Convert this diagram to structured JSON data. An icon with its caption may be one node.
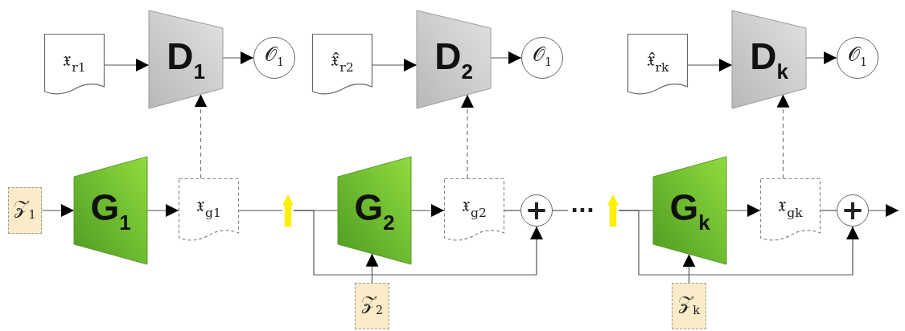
{
  "diagram": {
    "nodes": [
      {
        "text": [
          "𝔵$_{r1}$"
        ]
      },
      {
        "text": [
          "D$_{1}$"
        ]
      },
      {
        "text": [
          "𝒪$_{1}$"
        ]
      },
      {
        "text": [
          "𝒵$_{1}$"
        ]
      },
      {
        "text": [
          "G$_{1}$"
        ]
      },
      {
        "text": [
          "𝔵$_{g1}$"
        ]
      },
      {
        "text": [],
        "shape": "arrow"
      },
      {
        "text": [
          "𝔵̂$_{r2}$"
        ]
      },
      {
        "text": [
          "D$_{2}$"
        ]
      },
      {
        "text": [
          "𝒪$_{1}$"
        ]
      },
      {
        "text": [
          "G$_{2}$"
        ]
      },
      {
        "text": [
          "𝔵$_{g2}$"
        ]
      },
      {
        "text": [
          "+"
        ]
      },
      {
        "text": [
          "𝒵$_{2}$"
        ]
      },
      {
        "text": [
          "···"
        ]
      },
      {
        "text": [],
        "shape": "arrow"
      },
      {
        "text": [
          "𝔵̂$_{rk}$"
        ]
      },
      {
        "text": [
          "D$_{k}$"
        ]
      },
      {
        "text": [
          "𝒪$_{1}$"
        ]
      },
      {
        "text": [
          "G$_{k}$"
        ]
      },
      {
        "text": [
          "𝔵$_{gk}$"
        ]
      },
      {
        "text": [
          "+"
        ]
      },
      {
        "text": [
          "𝒵$_{k}$"
        ]
      }
    ],
    "edges": [
      {
        "from": 0,
        "to": 1,
        "arrow": "to"
      },
      {
        "from": 1,
        "to": 2,
        "arrow": "to"
      },
      {
        "from": 3,
        "to": 4,
        "arrow": "to"
      },
      {
        "from": 4,
        "to": 5,
        "arrow": "to"
      },
      {
        "from": 5,
        "to": 1,
        "arrow": "to",
        "style": "dashed"
      },
      {
        "from": 5,
        "to": 6,
        "arrow": "none"
      },
      {
        "from": 7,
        "to": 8,
        "arrow": "to"
      },
      {
        "from": 8,
        "to": 9,
        "arrow": "to"
      },
      {
        "from": 6,
        "to": 10,
        "arrow": "none"
      },
      {
        "from": 6,
        "to": 12,
        "arrow": "to"
      },
      {
        "from": 13,
        "to": 10,
        "arrow": "to"
      },
      {
        "from": 10,
        "to": 11,
        "arrow": "to"
      },
      {
        "from": 11,
        "to": 8,
        "arrow": "to",
        "style": "dashed"
      },
      {
        "from": 11,
        "to": 12,
        "arrow": "none"
      },
      {
        "from": 12,
        "to": 14,
        "arrow": "none"
      },
      {
        "from": 16,
        "to": 17,
        "arrow": "to"
      },
      {
        "from": 17,
        "to": 18,
        "arrow": "to"
      },
      {
        "from": 15,
        "to": 19,
        "arrow": "none"
      },
      {
        "from": 15,
        "to": 21,
        "arrow": "to"
      },
      {
        "from": 22,
        "to": 19,
        "arrow": "to"
      },
      {
        "from": 19,
        "to": 20,
        "arrow": "to"
      },
      {
        "from": 20,
        "to": 17,
        "arrow": "to",
        "style": "dashed"
      },
      {
        "from": 20,
        "to": 21,
        "arrow": "none"
      },
      {
        "from": 21,
        "to": null,
        "arrow": "to"
      }
    ]
  }
}
